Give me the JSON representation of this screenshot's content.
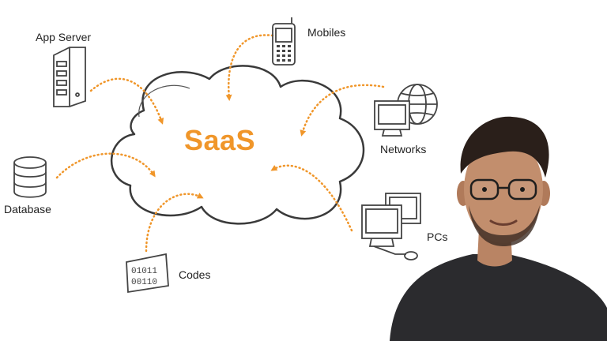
{
  "diagram": {
    "center_label": "SaaS",
    "nodes": [
      {
        "id": "app_server",
        "label": "App Server",
        "icon": "server-icon"
      },
      {
        "id": "mobiles",
        "label": "Mobiles",
        "icon": "mobile-phone-icon"
      },
      {
        "id": "networks",
        "label": "Networks",
        "icon": "network-globe-icon"
      },
      {
        "id": "database",
        "label": "Database",
        "icon": "database-icon"
      },
      {
        "id": "pcs",
        "label": "PCs",
        "icon": "desktop-computers-icon"
      },
      {
        "id": "codes",
        "label": "Codes",
        "icon": "binary-code-icon"
      }
    ],
    "accent_color": "#f0962a",
    "line_color": "#444444"
  },
  "presenter": {
    "icon": "presenter-avatar"
  }
}
